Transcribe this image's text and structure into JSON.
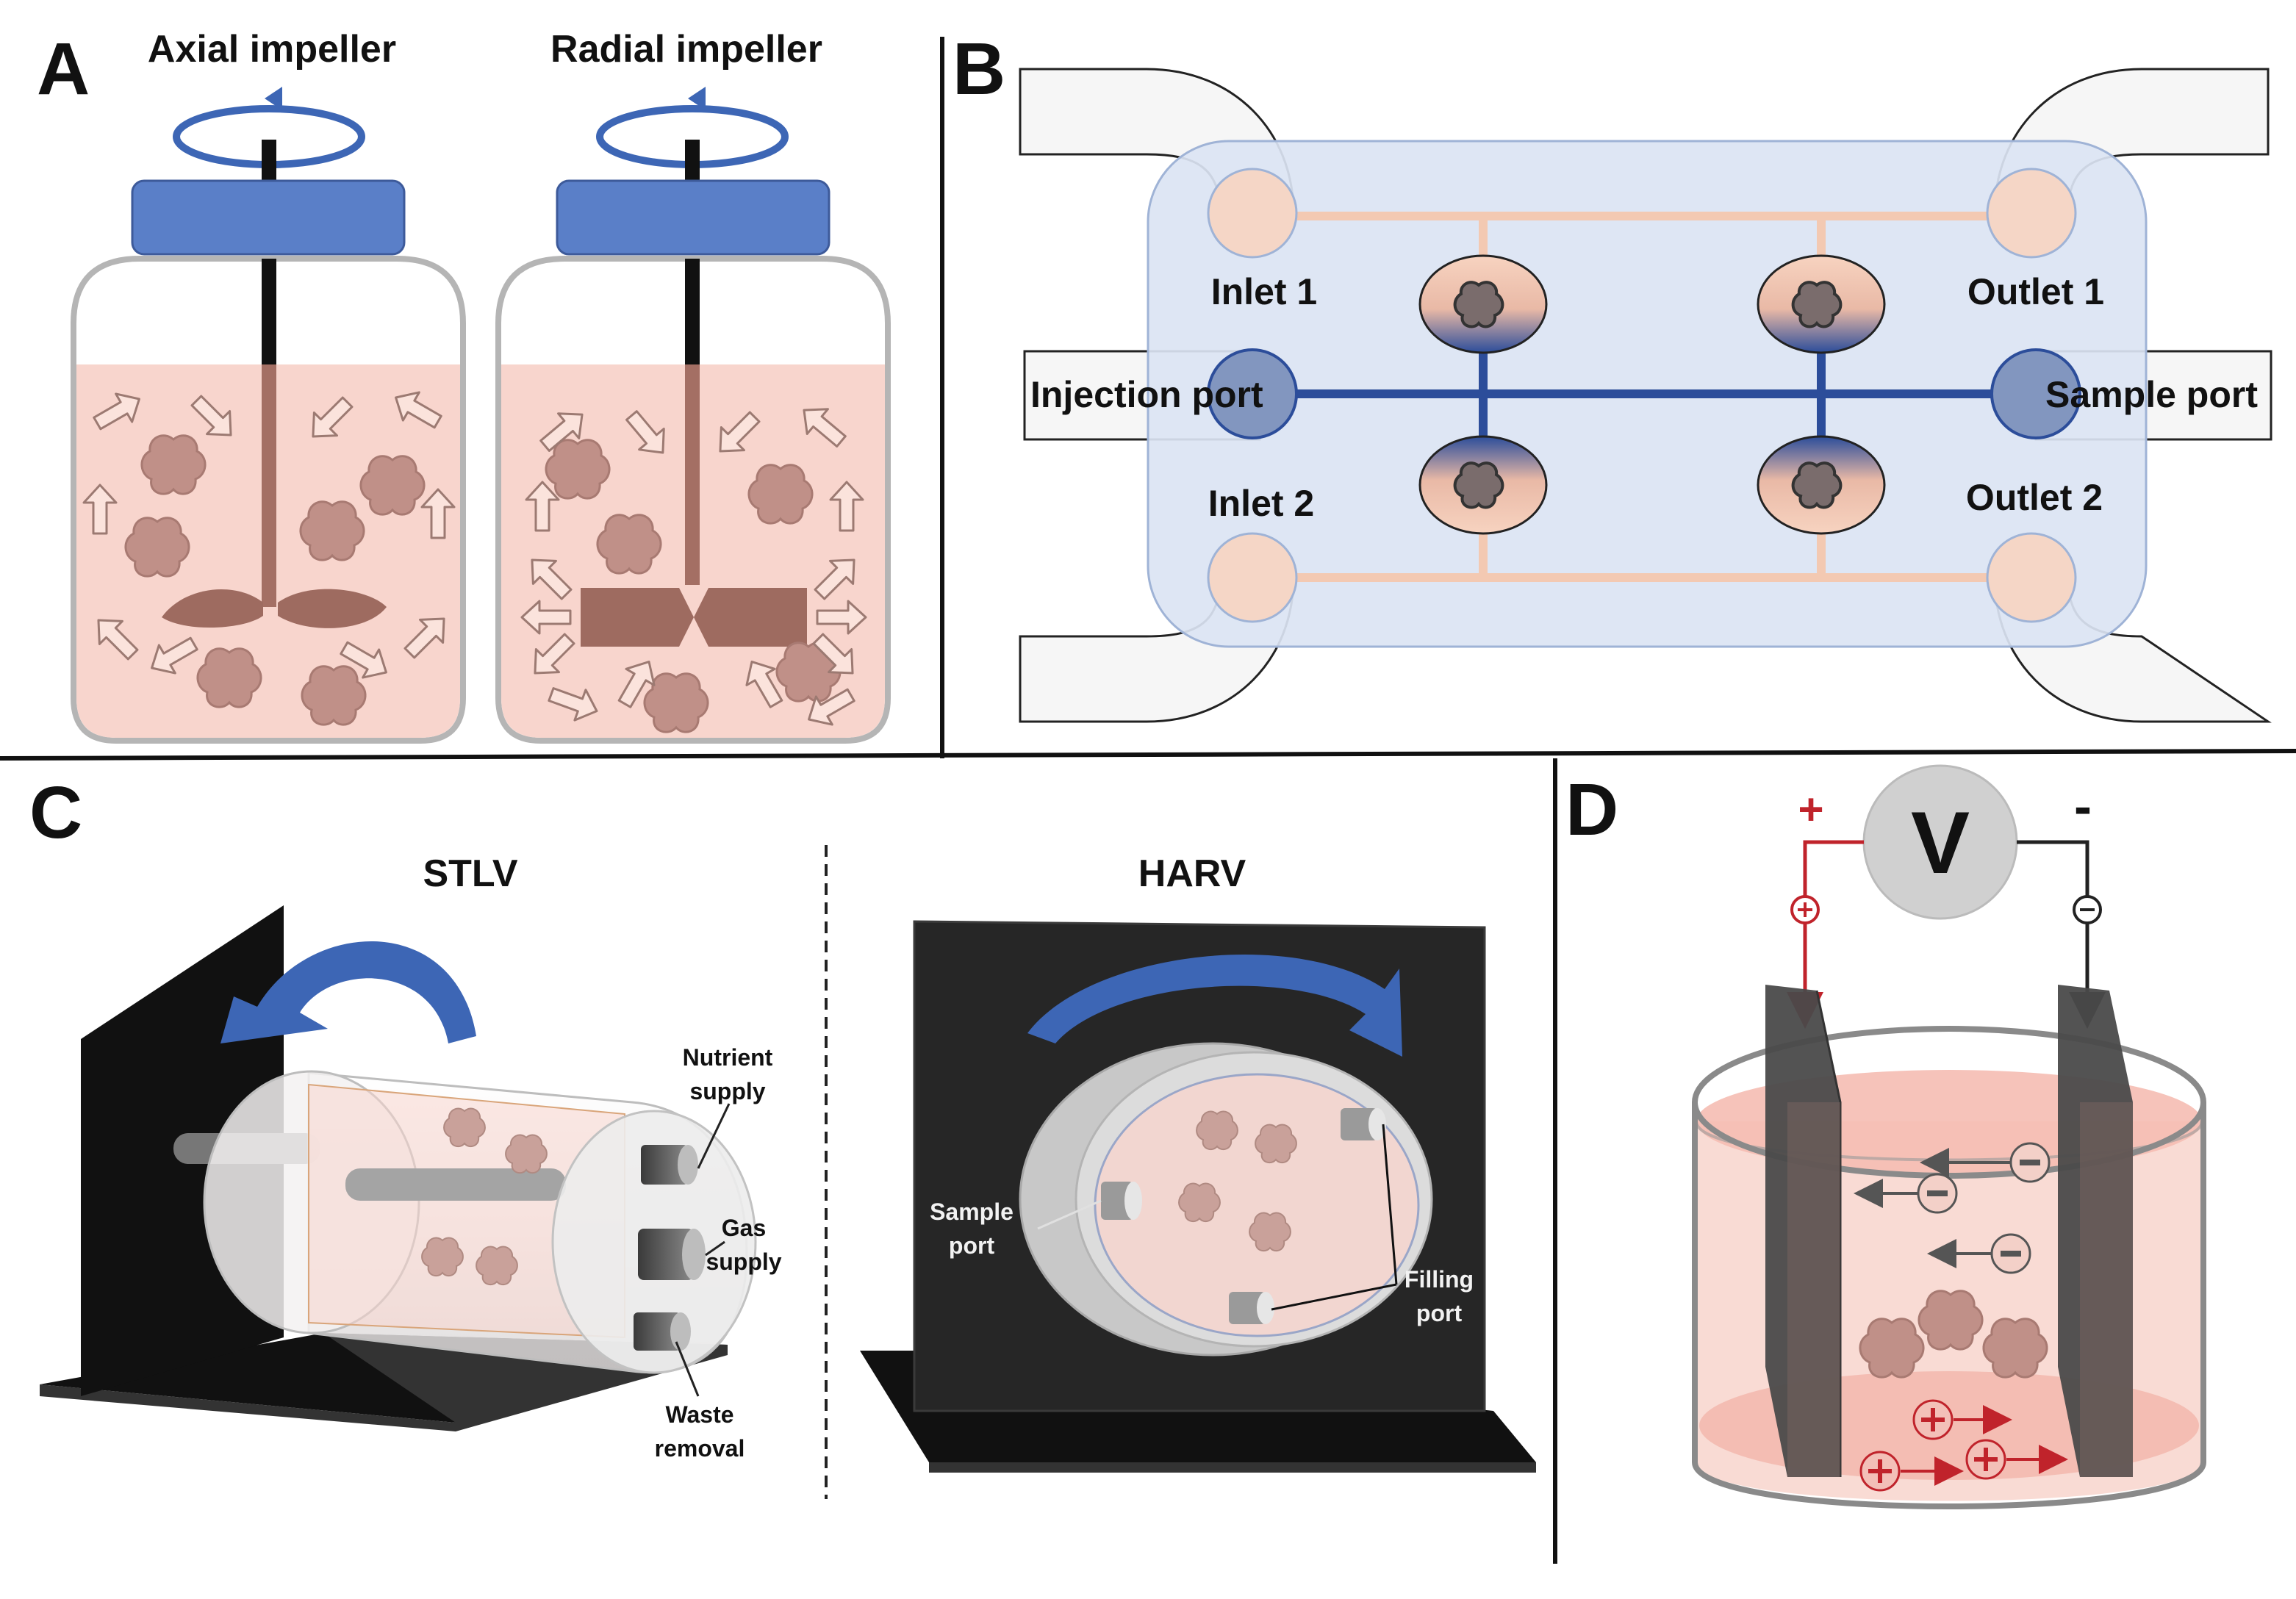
{
  "panels": {
    "a": {
      "letter": "A",
      "left_title": "Axial impeller",
      "right_title": "Radial impeller"
    },
    "b": {
      "letter": "B",
      "inlet1": "Inlet 1",
      "inlet2": "Inlet 2",
      "outlet1": "Outlet 1",
      "outlet2": "Outlet 2",
      "injection_port": "Injection port",
      "sample_port": "Sample port"
    },
    "c": {
      "letter": "C",
      "stlv_title": "STLV",
      "harv_title": "HARV",
      "nutrient_1": "Nutrient",
      "nutrient_2": "supply",
      "gas_1": "Gas",
      "gas_2": "supply",
      "waste_1": "Waste",
      "waste_2": "removal",
      "sample_1": "Sample",
      "sample_2": "port",
      "filling_1": "Filling",
      "filling_2": "port"
    },
    "d": {
      "letter": "D",
      "plus": "+",
      "minus": "-",
      "meter": "V"
    }
  },
  "colors": {
    "impeller_blue": "#5a7fc8",
    "medium_pink": "#f8d5cd",
    "cell_brown": "#c09088",
    "chip_blue": "#dbe4f3",
    "channel_blue": "#2c4d9a",
    "channel_peach": "#f3c9b2",
    "rotation_blue": "#3d66b5",
    "electrode_gray": "#4a4a4a",
    "positive_red": "#c0232b"
  }
}
